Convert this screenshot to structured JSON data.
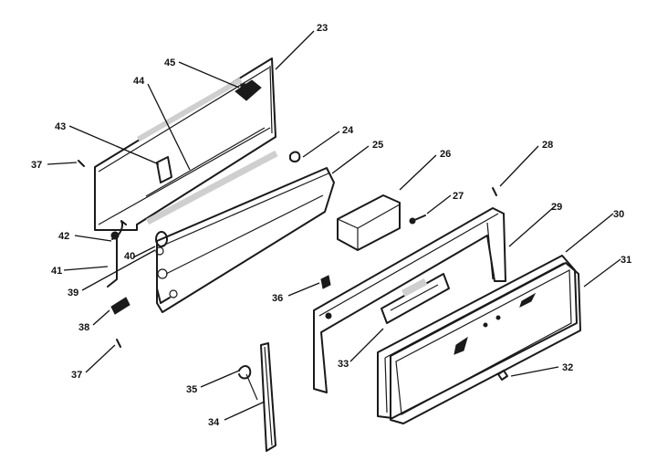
{
  "diagram": {
    "callouts": [
      {
        "id": "23",
        "text": "23"
      },
      {
        "id": "45",
        "text": "45"
      },
      {
        "id": "44",
        "text": "44"
      },
      {
        "id": "43",
        "text": "43"
      },
      {
        "id": "37a",
        "text": "37"
      },
      {
        "id": "24",
        "text": "24"
      },
      {
        "id": "25",
        "text": "25"
      },
      {
        "id": "26",
        "text": "26"
      },
      {
        "id": "28",
        "text": "28"
      },
      {
        "id": "27",
        "text": "27"
      },
      {
        "id": "42",
        "text": "42"
      },
      {
        "id": "40",
        "text": "40"
      },
      {
        "id": "41",
        "text": "41"
      },
      {
        "id": "29",
        "text": "29"
      },
      {
        "id": "30",
        "text": "30"
      },
      {
        "id": "31",
        "text": "31"
      },
      {
        "id": "39",
        "text": "39"
      },
      {
        "id": "36",
        "text": "36"
      },
      {
        "id": "38",
        "text": "38"
      },
      {
        "id": "33",
        "text": "33"
      },
      {
        "id": "32",
        "text": "32"
      },
      {
        "id": "37b",
        "text": "37"
      },
      {
        "id": "35",
        "text": "35"
      },
      {
        "id": "34",
        "text": "34"
      }
    ]
  }
}
